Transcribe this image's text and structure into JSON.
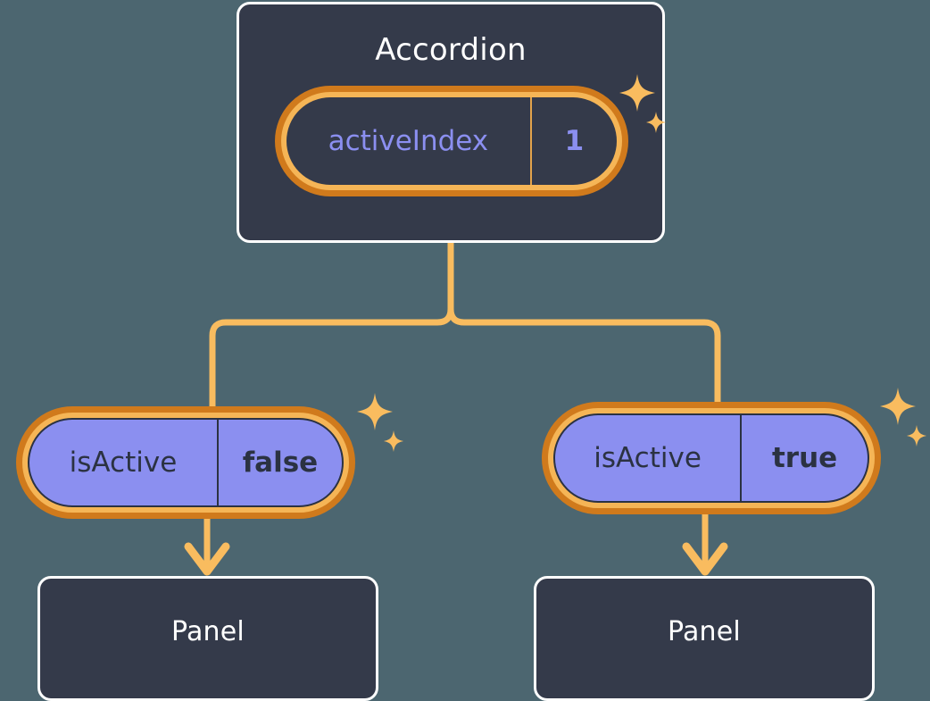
{
  "diagram": {
    "type": "component-state-tree",
    "background_color": "#4c6670",
    "accent_color": "#f9bc5f",
    "accent_dark_color": "#d07a1c",
    "node_fill_color": "#343a4a",
    "state_fill_color": "#8b8ff0",
    "root": {
      "title": "Accordion",
      "state": {
        "key": "activeIndex",
        "value": "1",
        "highlighted": true,
        "has_sparkle": true
      }
    },
    "branches": [
      {
        "state": {
          "key": "isActive",
          "value": "false",
          "highlighted": true,
          "has_sparkle": true
        },
        "child": {
          "title": "Panel"
        }
      },
      {
        "state": {
          "key": "isActive",
          "value": "true",
          "highlighted": true,
          "has_sparkle": true
        },
        "child": {
          "title": "Panel"
        }
      }
    ],
    "icons": {
      "sparkle_large": "sparkle-star-icon",
      "sparkle_small": "sparkle-star-small-icon",
      "arrow": "arrow-down-icon"
    }
  }
}
